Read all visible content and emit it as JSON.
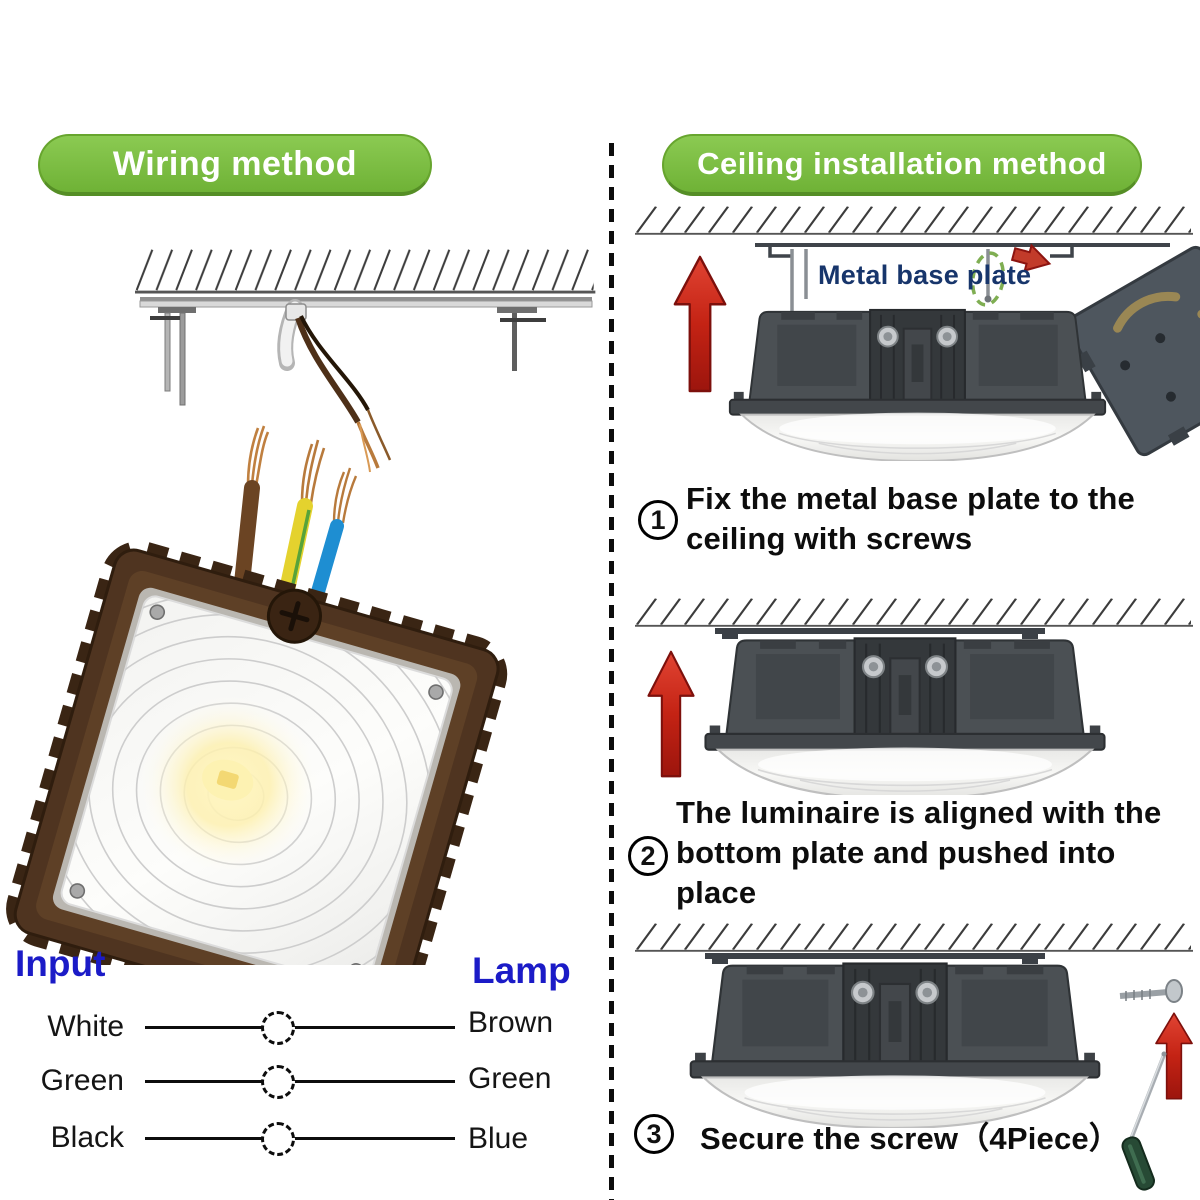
{
  "left": {
    "header": "Wiring method",
    "table": {
      "input_header": "Input",
      "lamp_header": "Lamp",
      "rows": [
        {
          "input": "White",
          "lamp": "Brown"
        },
        {
          "input": "Green",
          "lamp": "Green"
        },
        {
          "input": "Black",
          "lamp": "Blue"
        }
      ]
    }
  },
  "right": {
    "header": "Ceiling installation method",
    "base_plate_label": "Metal base plate",
    "steps": [
      {
        "number": "1",
        "text": "Fix the metal base plate to the ceiling with screws"
      },
      {
        "number": "2",
        "text": "The luminaire is aligned with the bottom plate and pushed into place"
      },
      {
        "number": "3",
        "text": "Secure the screw（4Piece）"
      }
    ]
  },
  "colors": {
    "header_green": "#76b93e",
    "header_green_border": "#558e26",
    "table_header_blue": "#1b1bc7",
    "plate_label_navy": "#17356b",
    "arrow_red": "#c42314",
    "wire_brown": "#6b4423",
    "wire_yellow": "#e4d22e",
    "wire_blue": "#1e8ed2",
    "fixture_brown": "#4f3420",
    "fixture_gray": "#4b5054"
  }
}
